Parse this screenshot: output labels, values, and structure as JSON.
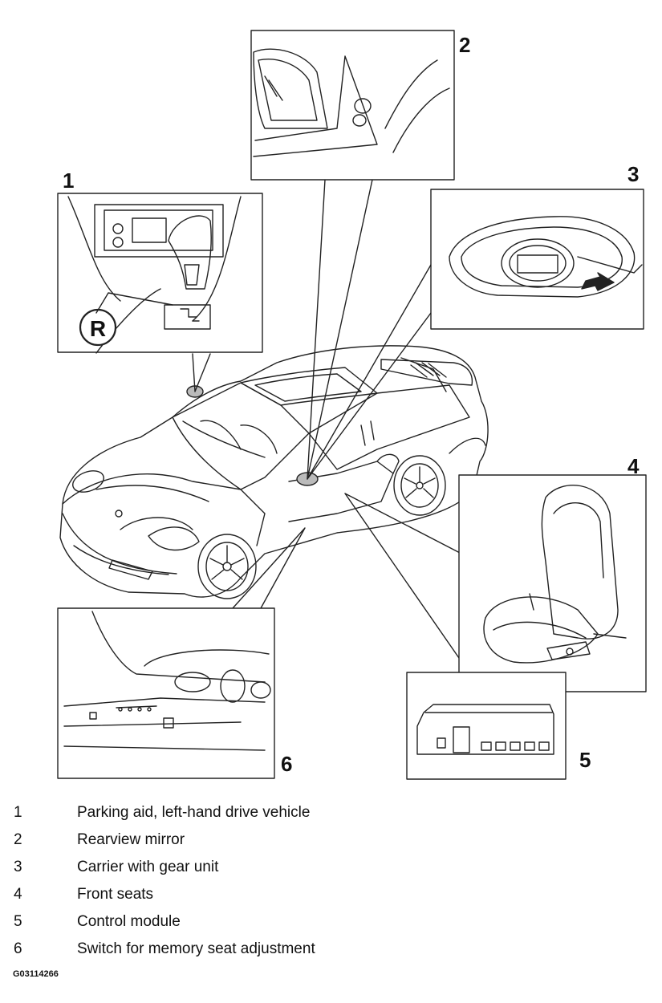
{
  "callouts": [
    "1",
    "2",
    "3",
    "4",
    "5",
    "6"
  ],
  "detail_letter": "R",
  "legend": [
    {
      "num": "1",
      "text": "Parking aid, left-hand drive vehicle"
    },
    {
      "num": "2",
      "text": "Rearview mirror"
    },
    {
      "num": "3",
      "text": "Carrier with gear unit"
    },
    {
      "num": "4",
      "text": "Front seats"
    },
    {
      "num": "5",
      "text": "Control module"
    },
    {
      "num": "6",
      "text": "Switch for memory seat adjustment"
    }
  ],
  "figure_code": "G03114266"
}
